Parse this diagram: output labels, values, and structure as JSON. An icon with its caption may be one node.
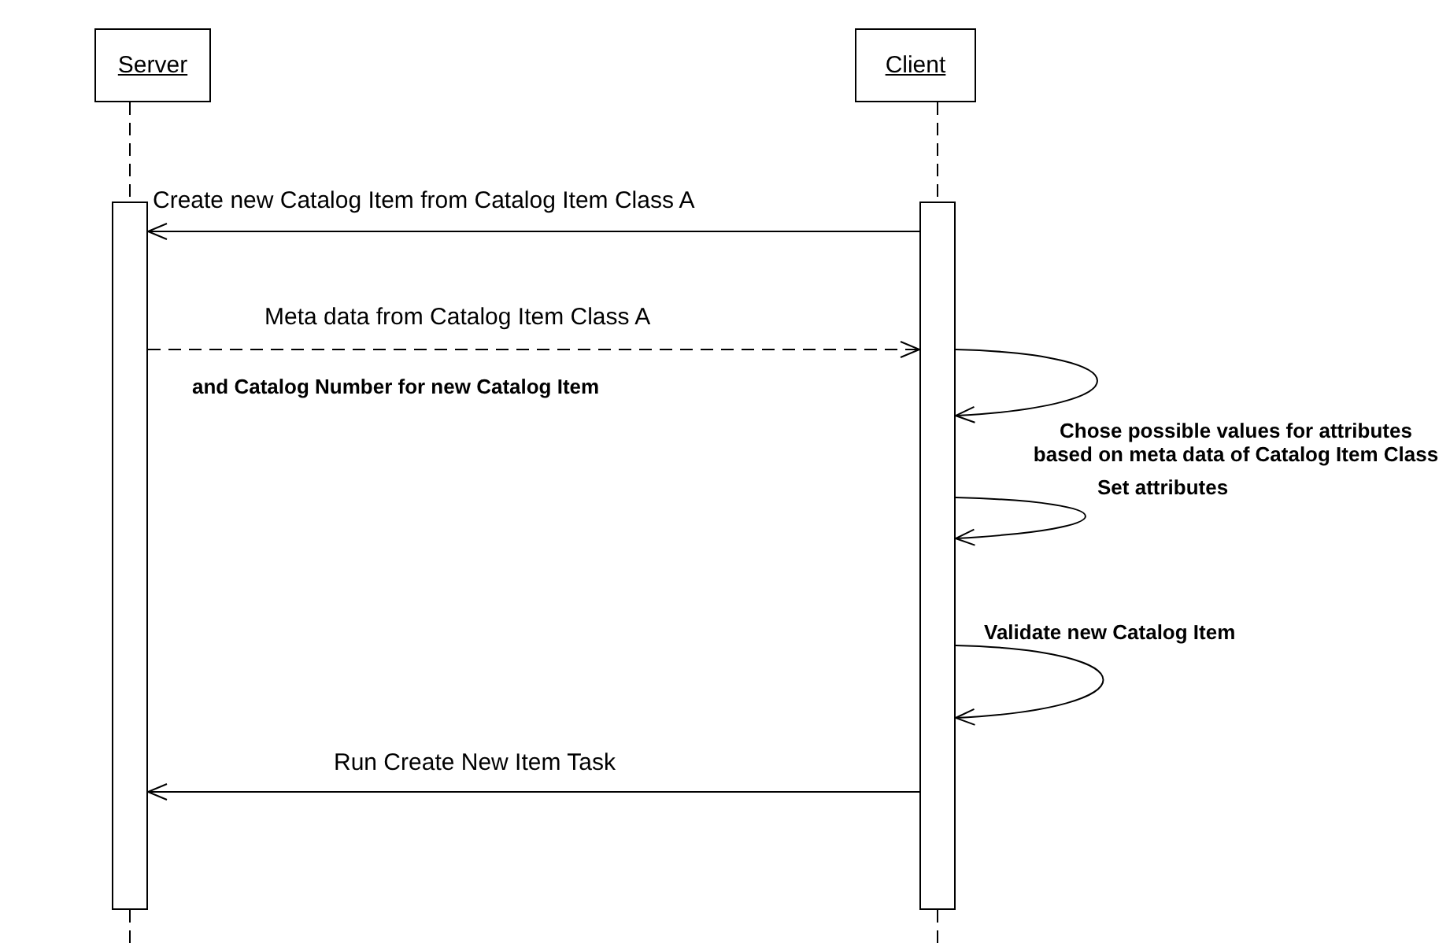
{
  "diagram": {
    "nodes": [
      {
        "text": [
          "Server"
        ]
      },
      {
        "text": [
          "Client"
        ]
      },
      {
        "text": [],
        "shape": "bar"
      },
      {
        "text": [],
        "shape": "bar"
      }
    ],
    "edges": [
      {
        "from": 0,
        "to": 2,
        "arrow": "none",
        "style": "dashed"
      },
      {
        "from": 1,
        "to": 3,
        "arrow": "none",
        "style": "dashed"
      },
      {
        "from": 2,
        "to": null,
        "arrow": "none",
        "style": "dashed"
      },
      {
        "from": 3,
        "to": null,
        "arrow": "none",
        "style": "dashed"
      },
      {
        "from": 3,
        "to": 2,
        "arrow": "to",
        "label": "Create new Catalog Item from Catalog Item Class A"
      },
      {
        "from": 2,
        "to": 3,
        "arrow": "to",
        "style": "dashed",
        "label": "Meta data from Catalog Item Class A"
      },
      {
        "from": 3,
        "to": 3,
        "arrow": "to",
        "label": "Chose possible values for attributes based on meta data of Catalog Item Class"
      },
      {
        "from": 3,
        "to": 3,
        "arrow": "to",
        "label": "Set attributes"
      },
      {
        "from": 3,
        "to": 3,
        "arrow": "to",
        "label": "Validate new Catalog Item"
      },
      {
        "from": 3,
        "to": 2,
        "arrow": "to",
        "label": "Run Create New Item Task"
      }
    ],
    "labels": [
      "and Catalog Number for new Catalog Item"
    ]
  }
}
